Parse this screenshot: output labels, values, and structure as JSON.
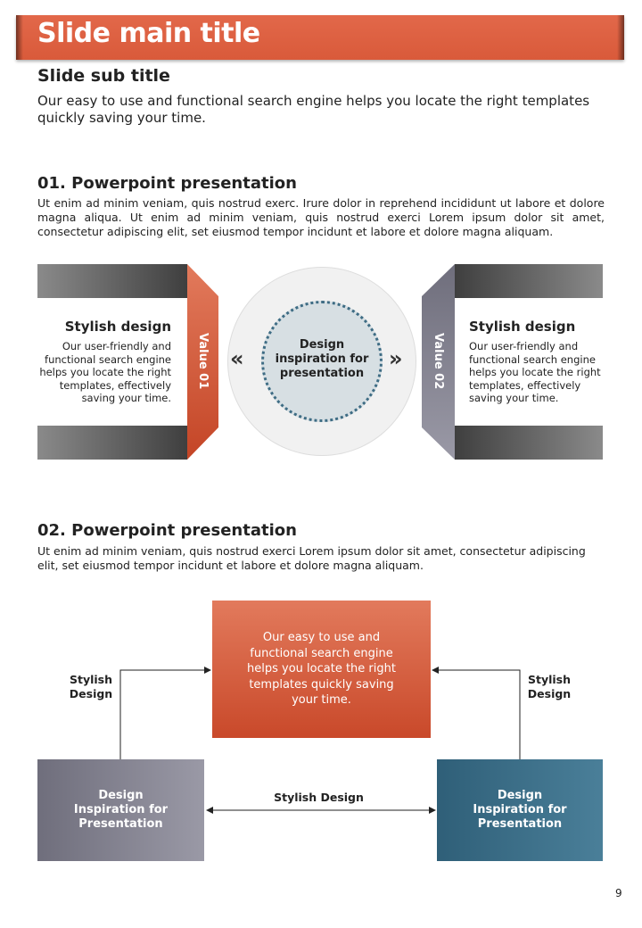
{
  "header": {
    "title": "Slide main title",
    "subtitle": "Slide sub title",
    "intro": "Our easy to use and functional search engine helps you locate the right templates quickly saving your time."
  },
  "section1": {
    "heading": "01. Powerpoint presentation",
    "text": "Ut enim ad minim veniam, quis nostrud exerc. Irure dolor in reprehend incididunt ut labore et dolore magna aliqua. Ut enim ad minim veniam, quis nostrud exerci  Lorem ipsum dolor sit amet, consectetur adipiscing elit, set eiusmod tempor incidunt et labore et dolore magna aliquam.",
    "left": {
      "title": "Stylish design",
      "text": "Our user-friendly and functional search engine helps you locate the right templates, effectively saving your time.",
      "tab": "Value 01"
    },
    "right": {
      "title": "Stylish design",
      "text": "Our user-friendly and functional search engine helps you locate the right templates, effectively saving your time.",
      "tab": "Value 02"
    },
    "center": "Design inspiration for presentation"
  },
  "section2": {
    "heading": "02. Powerpoint presentation",
    "text": "Ut enim ad minim veniam, quis nostrud exerci  Lorem ipsum dolor sit amet, consectetur adipiscing elit, set eiusmod tempor incidunt et labore et dolore magna aliquam.",
    "top_box": "Our easy to use and functional search engine helps you locate the right templates quickly saving your time.",
    "left_box": "Design Inspiration for Presentation",
    "right_box": "Design Inspiration for Presentation",
    "left_label": "Stylish Design",
    "right_label": "Stylish Design",
    "bottom_label": "Stylish Design"
  },
  "page_number": "9",
  "colors": {
    "accent": "#d95a3a",
    "gray": "#7b7a88",
    "blue": "#3a6f8a"
  }
}
